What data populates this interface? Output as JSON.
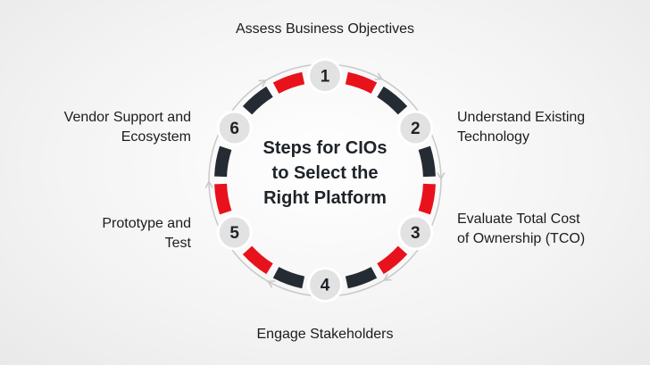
{
  "center_title": "Steps for CIOs\nto Select the\nRight Platform",
  "colors": {
    "red": "#e8121c",
    "dark": "#252b33",
    "node_fill": "#e2e2e2",
    "arrow_ring": "#c9c9c9"
  },
  "steps": [
    {
      "number": "1",
      "label": "Assess Business Objectives"
    },
    {
      "number": "2",
      "label": "Understand Existing\nTechnology"
    },
    {
      "number": "3",
      "label": "Evaluate Total Cost\nof Ownership (TCO)"
    },
    {
      "number": "4",
      "label": "Engage Stakeholders"
    },
    {
      "number": "5",
      "label": "Prototype and\nTest"
    },
    {
      "number": "6",
      "label": "Vendor Support and\nEcosystem"
    }
  ]
}
